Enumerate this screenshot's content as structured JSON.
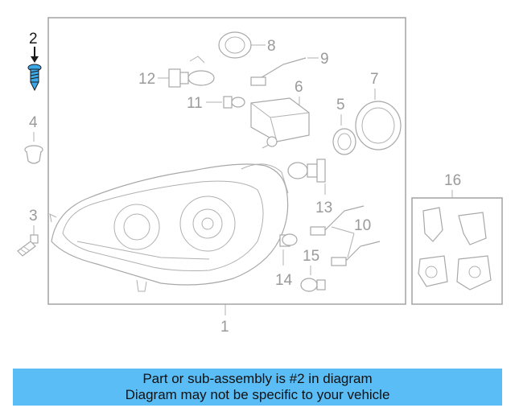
{
  "callouts": {
    "c1": "1",
    "c2": "2",
    "c3": "3",
    "c4": "4",
    "c5": "5",
    "c6": "6",
    "c7": "7",
    "c8": "8",
    "c9": "9",
    "c10": "10",
    "c11": "11",
    "c12": "12",
    "c13": "13",
    "c14": "14",
    "c15": "15",
    "c16": "16"
  },
  "highlighted_part": "2",
  "colors": {
    "highlight": "#3da8e8",
    "banner": "#5bbdf5",
    "line_art": "#a8a8a8",
    "callout_text": "#9a9a9a"
  },
  "banner": {
    "line1": "Part or sub-assembly is #2 in diagram",
    "line2": "Diagram may not be specific to your vehicle"
  }
}
